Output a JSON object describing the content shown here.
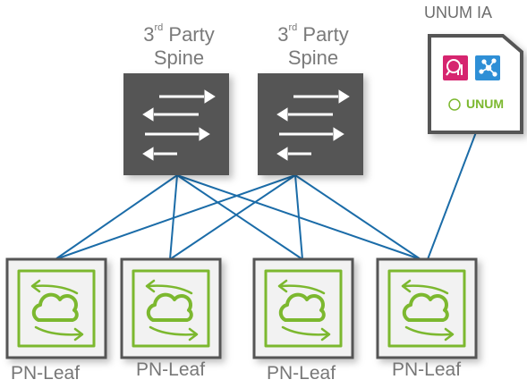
{
  "spines": [
    {
      "line1_prefix": "3",
      "line1_sup": "rd",
      "line1_suffix": " Party",
      "line2": "Spine"
    },
    {
      "line1_prefix": "3",
      "line1_sup": "rd",
      "line1_suffix": " Party",
      "line2": "Spine"
    }
  ],
  "unum_ia": {
    "title": "UNUM IA",
    "brand": "UNUM",
    "icons": [
      "analytics-search-icon",
      "network-graph-icon",
      "unum-logo-icon"
    ]
  },
  "leaves": [
    {
      "label": "PN-Leaf"
    },
    {
      "label": "PN-Leaf"
    },
    {
      "label": "PN-Leaf"
    },
    {
      "label": "PN-Leaf"
    }
  ],
  "colors": {
    "spine": "#555555",
    "link": "#1b6ca8",
    "leaf_green": "#7cb82f",
    "leaf_bg": "#f2f2f2",
    "magenta": "#d6256f",
    "blue_tile": "#2e8fd6"
  }
}
